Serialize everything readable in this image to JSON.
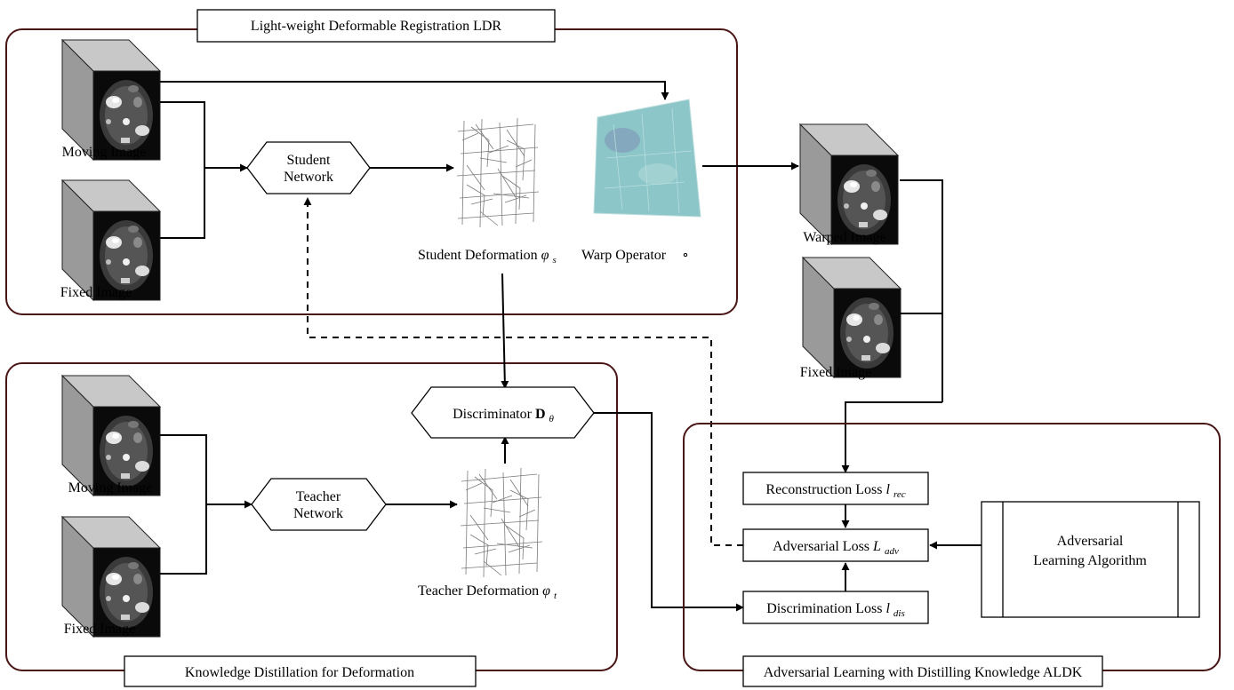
{
  "panels": {
    "ldr": {
      "title": "Light-weight Deformable Registration LDR"
    },
    "kdd": {
      "title": "Knowledge Distillation for Deformation"
    },
    "aldk": {
      "title": "Adversarial Learning with Distilling Knowledge ALDK"
    }
  },
  "ldr": {
    "moving_image": "Moving Image",
    "fixed_image": "Fixed Image",
    "student_network": [
      "Student",
      "Network"
    ],
    "student_deformation": "Student Deformation",
    "student_deformation_symbol": "φ",
    "student_deformation_sub": "s",
    "warp_operator": "Warp Operator",
    "warp_symbol": "∘"
  },
  "right": {
    "warped_image": "Warped Image",
    "fixed_image": "Fixed Image"
  },
  "kdd": {
    "moving_image": "Moving Image",
    "fixed_image": "Fixed Image",
    "teacher_network": [
      "Teacher",
      "Network"
    ],
    "teacher_deformation": "Teacher Deformation",
    "teacher_deformation_symbol": "φ",
    "teacher_deformation_sub": "t",
    "discriminator": "Discriminator",
    "discriminator_symbol": "D",
    "discriminator_sub": "θ"
  },
  "aldk": {
    "reconstruction_loss": "Reconstruction Loss",
    "reconstruction_symbol": "l",
    "reconstruction_sub": "rec",
    "adversarial_loss": "Adversarial Loss",
    "adversarial_symbol": "L",
    "adversarial_sub": "adv",
    "discrimination_loss": "Discrimination Loss",
    "discrimination_symbol": "l",
    "discrimination_sub": "dis",
    "algorithm": [
      "Adversarial",
      "Learning Algorithm"
    ]
  },
  "colors": {
    "frame": "#4a1515",
    "cube_side": "#9a9a9a",
    "cube_top": "#c8c8c8",
    "ct_background": "#0a0a0a",
    "warp_surface": "#8cc6c8"
  }
}
